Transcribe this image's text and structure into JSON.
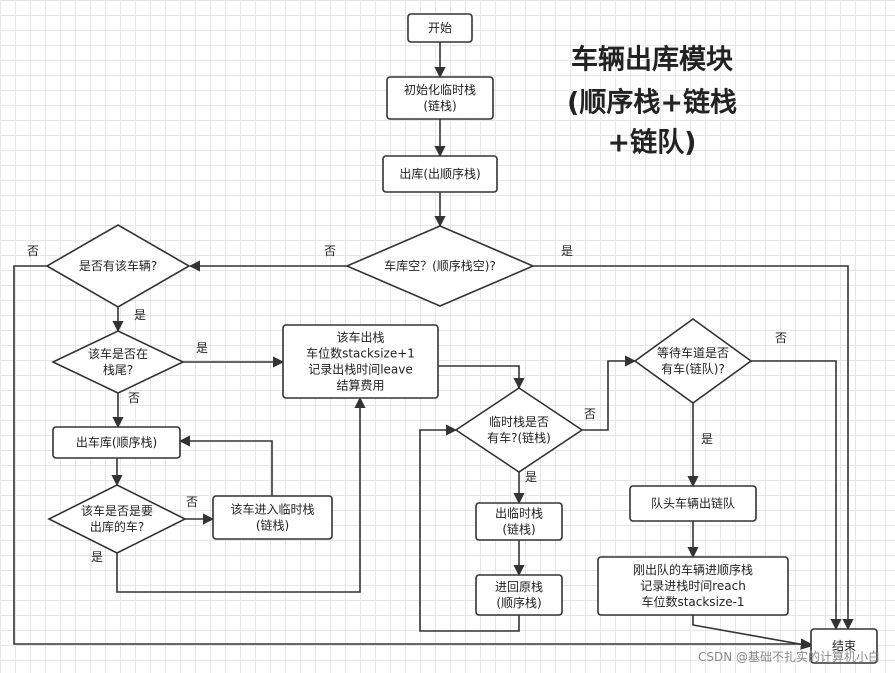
{
  "title_lines": [
    "车辆出库模块",
    "(顺序栈+链栈",
    "+链队)"
  ],
  "watermark": "CSDN @基础不扎实的计算机小白",
  "colors": {
    "line": "#333333",
    "grid": "#e6e6e6",
    "text": "#222222"
  },
  "nodes": {
    "start": [
      "开始"
    ],
    "init_temp_stack": [
      "初始化临时栈",
      "(链栈)"
    ],
    "exit_garage": [
      "出库(出顺序栈)"
    ],
    "garage_empty": [
      "车库空？(顺序栈空)?"
    ],
    "car_exists": [
      "是否有该车辆?"
    ],
    "car_at_top": [
      "该车是否在",
      "栈尾?"
    ],
    "pop_car": [
      "该车出栈",
      "车位数stacksize+1",
      "记录出栈时间leave",
      "结算费用"
    ],
    "pop_garage": [
      "出车库(顺序栈)"
    ],
    "is_target_car": [
      "该车是否是要",
      "出库的车?"
    ],
    "push_temp": [
      "该车进入临时栈",
      "(链栈)"
    ],
    "temp_has_car": [
      "临时栈是否",
      "有车?(链栈)"
    ],
    "pop_temp": [
      "出临时栈",
      "(链栈)"
    ],
    "return_stack": [
      "进回原栈",
      "(顺序栈)"
    ],
    "queue_has_car": [
      "等待车道是否",
      "有车(链队)?"
    ],
    "dequeue": [
      "队头车辆出链队"
    ],
    "enter_stack": [
      "刚出队的车辆进顺序栈",
      "记录进栈时间reach",
      "车位数stacksize-1"
    ],
    "end": [
      "结束"
    ]
  },
  "edge_labels": {
    "garage_empty_no": "否",
    "garage_empty_yes": "是",
    "car_exists_no": "否",
    "car_exists_yes": "是",
    "car_at_top_yes": "是",
    "car_at_top_no": "否",
    "is_target_no": "否",
    "is_target_yes": "是",
    "temp_has_car_no": "否",
    "temp_has_car_yes": "是",
    "queue_has_car_no": "否",
    "queue_has_car_yes": "是"
  }
}
